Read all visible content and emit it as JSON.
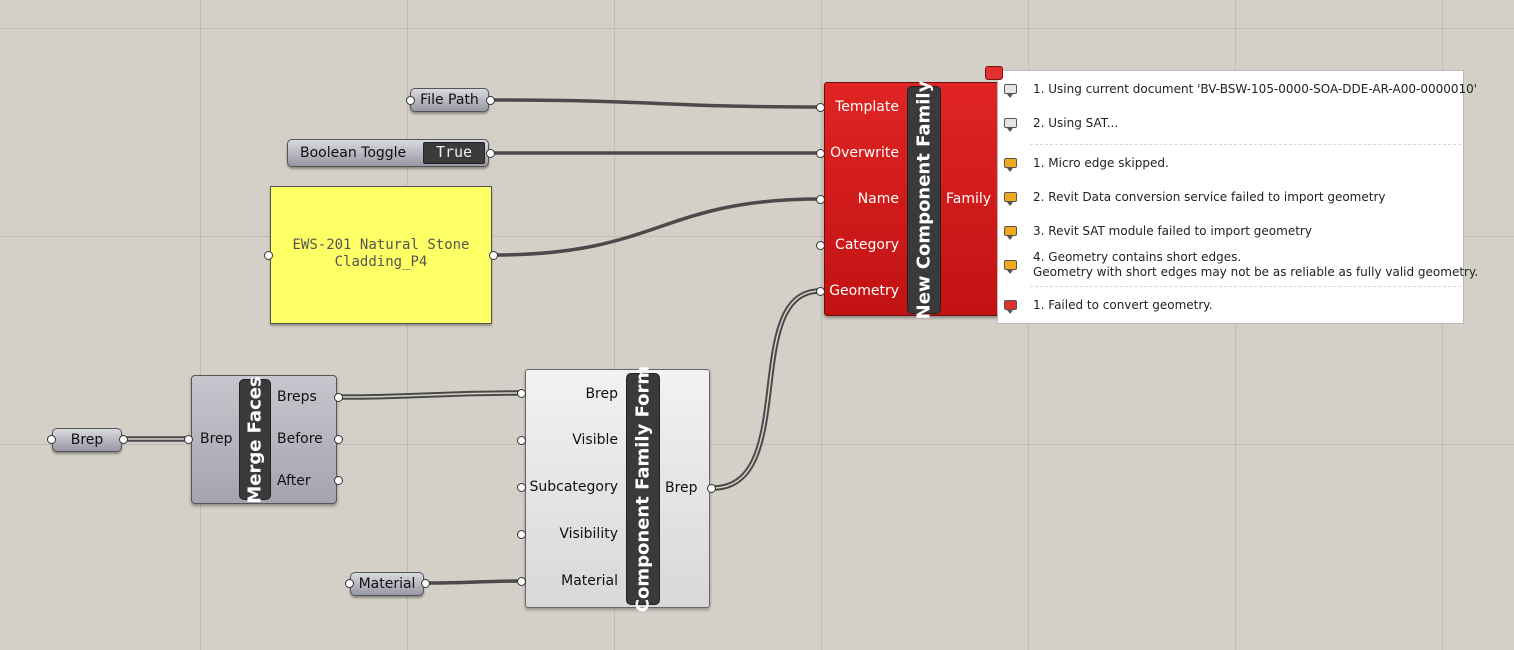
{
  "params": {
    "file_path": "File Path",
    "boolean_toggle": "Boolean Toggle",
    "boolean_value": "True",
    "brep": "Brep",
    "material": "Material"
  },
  "panel": {
    "text": "EWS-201 Natural Stone Cladding_P4",
    "color": "#ffff66"
  },
  "merge_faces": {
    "title": "Merge Faces",
    "input": "Brep",
    "outputs": [
      "Breps",
      "Before",
      "After"
    ]
  },
  "component_family_form": {
    "title": "Component Family Form",
    "inputs": [
      "Brep",
      "Visible",
      "Subcategory",
      "Visibility",
      "Material"
    ],
    "output": "Brep"
  },
  "new_component_family": {
    "title": "New Component Family",
    "inputs": [
      "Template",
      "Overwrite",
      "Name",
      "Category",
      "Geometry"
    ],
    "output": "Family",
    "color": "#d42020"
  },
  "tooltip": {
    "messages": [
      {
        "level": "remark",
        "text": "1. Using current document 'BV-BSW-105-0000-SOA-DDE-AR-A00-0000010'"
      },
      {
        "level": "remark",
        "text": "2. Using SAT..."
      },
      {
        "level": "warning",
        "text": "1. Micro edge skipped."
      },
      {
        "level": "warning",
        "text": "2. Revit Data conversion service failed to import geometry"
      },
      {
        "level": "warning",
        "text": "3. Revit SAT module failed to import geometry"
      },
      {
        "level": "warning",
        "text": "4. Geometry contains short edges.",
        "text2": "Geometry with short edges may not be as reliable as fully valid geometry."
      },
      {
        "level": "error",
        "text": "1. Failed to convert geometry."
      }
    ],
    "colors": {
      "remark": "#e6e6e6",
      "warning": "#f0a81c",
      "error": "#e03030"
    }
  }
}
